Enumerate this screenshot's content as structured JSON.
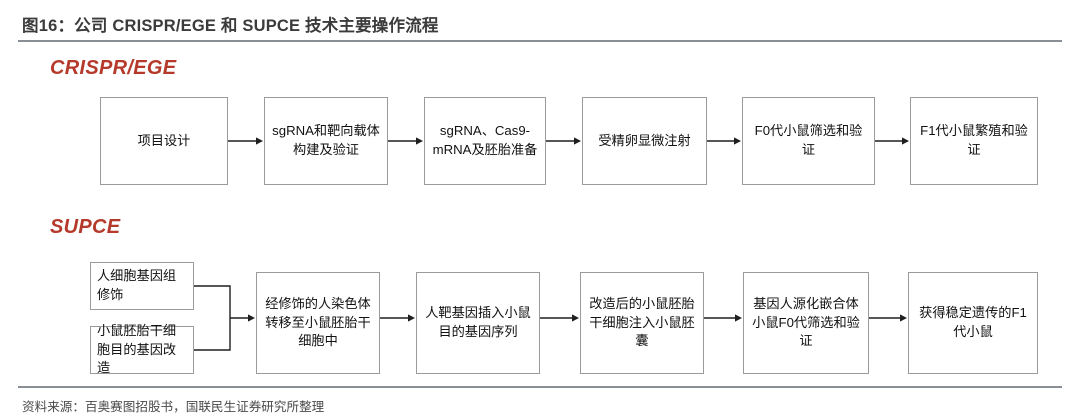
{
  "header": {
    "title": "图16：公司 CRISPR/EGE 和 SUPCE 技术主要操作流程",
    "rule_color": "#8a8f96"
  },
  "theme": {
    "accent_red": "#b53a2b",
    "box_border": "#9b9b9b",
    "arrow_color": "#1f1f1f",
    "text_color": "#111111",
    "background": "#ffffff"
  },
  "sections": [
    {
      "id": "crispr-ege",
      "label": "CRISPR/EGE",
      "steps": [
        {
          "id": "step-1",
          "text": "项目设计"
        },
        {
          "id": "step-2",
          "text": "sgRNA和靶向载体构建及验证"
        },
        {
          "id": "step-3",
          "text": "sgRNA、Cas9-mRNA及胚胎准备"
        },
        {
          "id": "step-4",
          "text": "受精卵显微注射"
        },
        {
          "id": "step-5",
          "text": "F0代小鼠筛选和验证"
        },
        {
          "id": "step-6",
          "text": "F1代小鼠繁殖和验证"
        }
      ]
    },
    {
      "id": "supce",
      "label": "SUPCE",
      "inputs": [
        {
          "id": "input-1",
          "text": "人细胞基因组修饰"
        },
        {
          "id": "input-2",
          "text": "小鼠胚胎干细胞目的基因改造"
        }
      ],
      "steps": [
        {
          "id": "step-1",
          "text": "经修饰的人染色体转移至小鼠胚胎干细胞中"
        },
        {
          "id": "step-2",
          "text": "人靶基因插入小鼠目的基因序列"
        },
        {
          "id": "step-3",
          "text": "改造后的小鼠胚胎干细胞注入小鼠胚囊"
        },
        {
          "id": "step-4",
          "text": "基因人源化嵌合体小鼠F0代筛选和验证"
        },
        {
          "id": "step-5",
          "text": "获得稳定遗传的F1代小鼠"
        }
      ]
    }
  ],
  "footer": {
    "source": "资料来源：百奥赛图招股书，国联民生证券研究所整理"
  }
}
